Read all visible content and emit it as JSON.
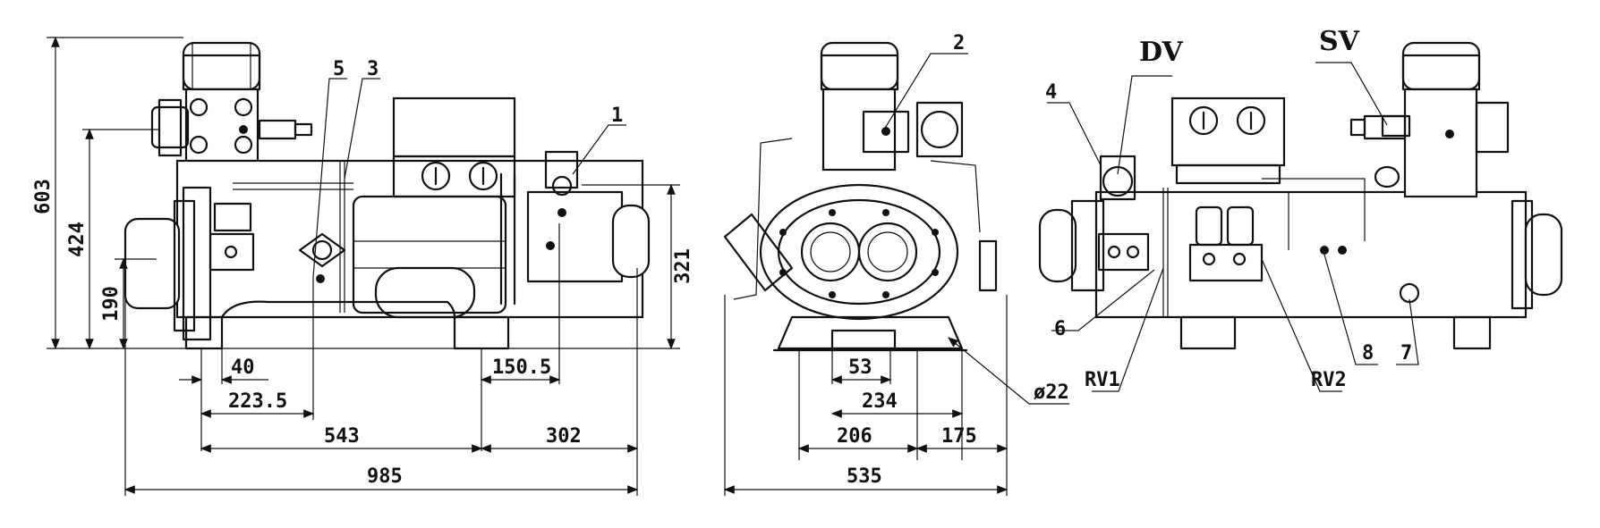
{
  "dimensions": {
    "height_overall": "603",
    "height_upper": "424",
    "height_shaft": "190",
    "height_right": "321",
    "d40": "40",
    "d223_5": "223.5",
    "d150_5": "150.5",
    "d543": "543",
    "d302": "302",
    "d985": "985",
    "d53": "53",
    "d234": "234",
    "d206": "206",
    "d175": "175",
    "d535": "535",
    "phi22": "ø22"
  },
  "callouts": {
    "c1": "1",
    "c2": "2",
    "c3": "3",
    "c4": "4",
    "c5": "5",
    "c6": "6",
    "c7": "7",
    "c8": "8",
    "dv": "DV",
    "sv": "SV",
    "rv1": "RV1",
    "rv2": "RV2"
  }
}
